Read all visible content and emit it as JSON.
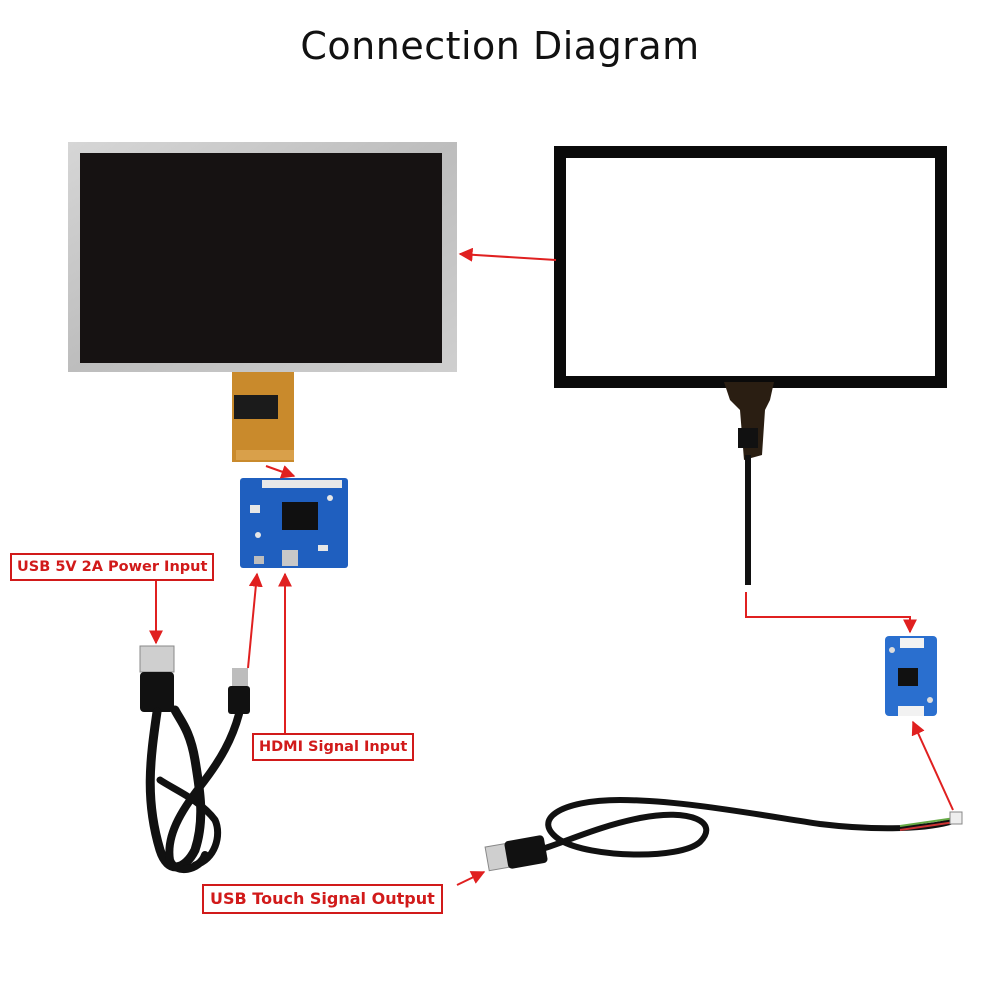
{
  "title": "Connection Diagram",
  "labels": {
    "power": "USB 5V 2A Power Input",
    "hdmi": "HDMI Signal Input",
    "touch": "USB Touch Signal Output"
  },
  "colors": {
    "arrow": "#e02020",
    "label_text": "#d11a1a",
    "lcd_frame": "#c4c4c4",
    "lcd_screen": "#161212",
    "touch_bezel": "#0a0a0a",
    "board_pcb": "#1f5fbf",
    "fpc_cable": "#c98a2c"
  },
  "components": [
    {
      "name": "lcd-display-panel",
      "icon": "lcd-screen-icon"
    },
    {
      "name": "touch-panel",
      "icon": "capacitive-touch-glass-icon"
    },
    {
      "name": "hdmi-driver-board",
      "icon": "pcb-board-icon"
    },
    {
      "name": "touch-controller-board",
      "icon": "pcb-board-icon"
    },
    {
      "name": "usb-power-cable",
      "icon": "usb-cable-icon"
    },
    {
      "name": "usb-touch-cable",
      "icon": "usb-cable-icon"
    }
  ]
}
